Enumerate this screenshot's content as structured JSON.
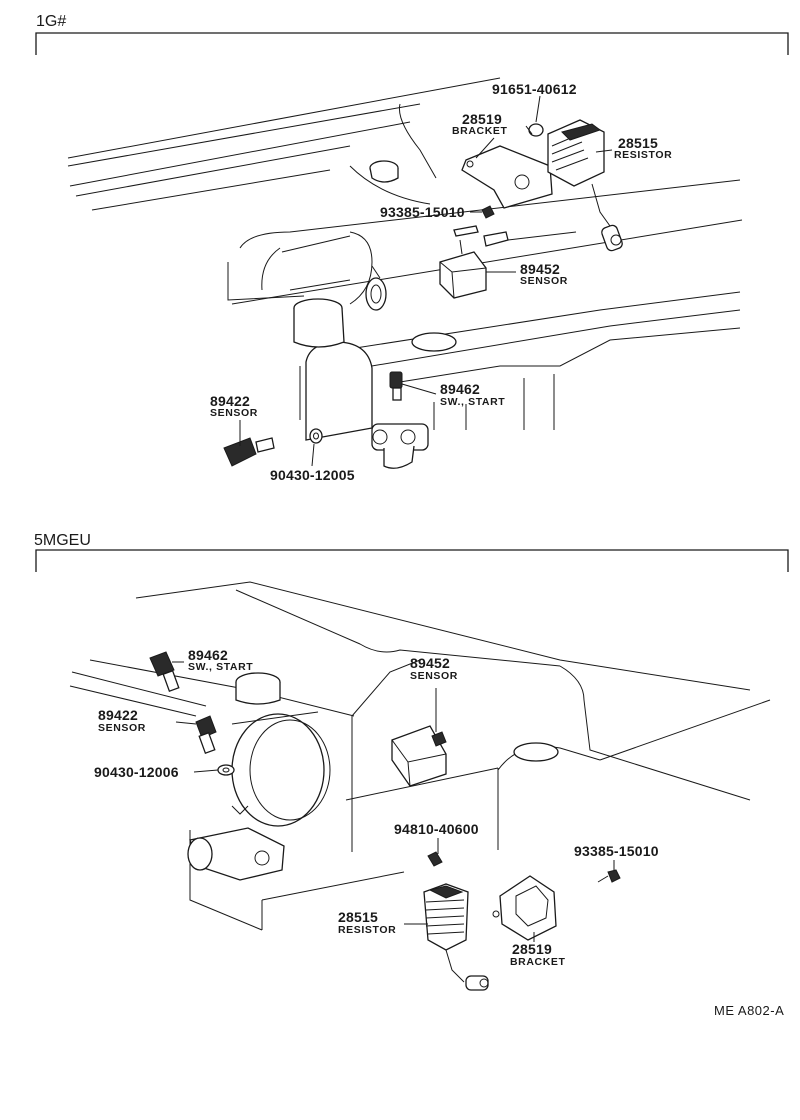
{
  "sections": [
    {
      "code": "1G#",
      "callouts": [
        {
          "id": "bolt",
          "number": "91651-40612",
          "name": ""
        },
        {
          "id": "bracket",
          "number": "28519",
          "name": "BRACKET"
        },
        {
          "id": "resistor",
          "number": "28515",
          "name": "RESISTOR"
        },
        {
          "id": "screw",
          "number": "93385-15010",
          "name": ""
        },
        {
          "id": "sensor-vac",
          "number": "89452",
          "name": "SENSOR"
        },
        {
          "id": "sw-start",
          "number": "89462",
          "name": "SW., START"
        },
        {
          "id": "sensor-temp",
          "number": "89422",
          "name": "SENSOR"
        },
        {
          "id": "gasket",
          "number": "90430-12005",
          "name": ""
        }
      ]
    },
    {
      "code": "5MGEU",
      "callouts": [
        {
          "id": "sw-start",
          "number": "89462",
          "name": "SW., START"
        },
        {
          "id": "sensor-vac",
          "number": "89452",
          "name": "SENSOR"
        },
        {
          "id": "sensor-temp",
          "number": "89422",
          "name": "SENSOR"
        },
        {
          "id": "gasket",
          "number": "90430-12006",
          "name": ""
        },
        {
          "id": "bolt",
          "number": "94810-40600",
          "name": ""
        },
        {
          "id": "screw",
          "number": "93385-15010",
          "name": ""
        },
        {
          "id": "resistor",
          "number": "28515",
          "name": "RESISTOR"
        },
        {
          "id": "bracket",
          "number": "28519",
          "name": "BRACKET"
        }
      ]
    }
  ],
  "footer": {
    "code": "ME  A802-A"
  }
}
